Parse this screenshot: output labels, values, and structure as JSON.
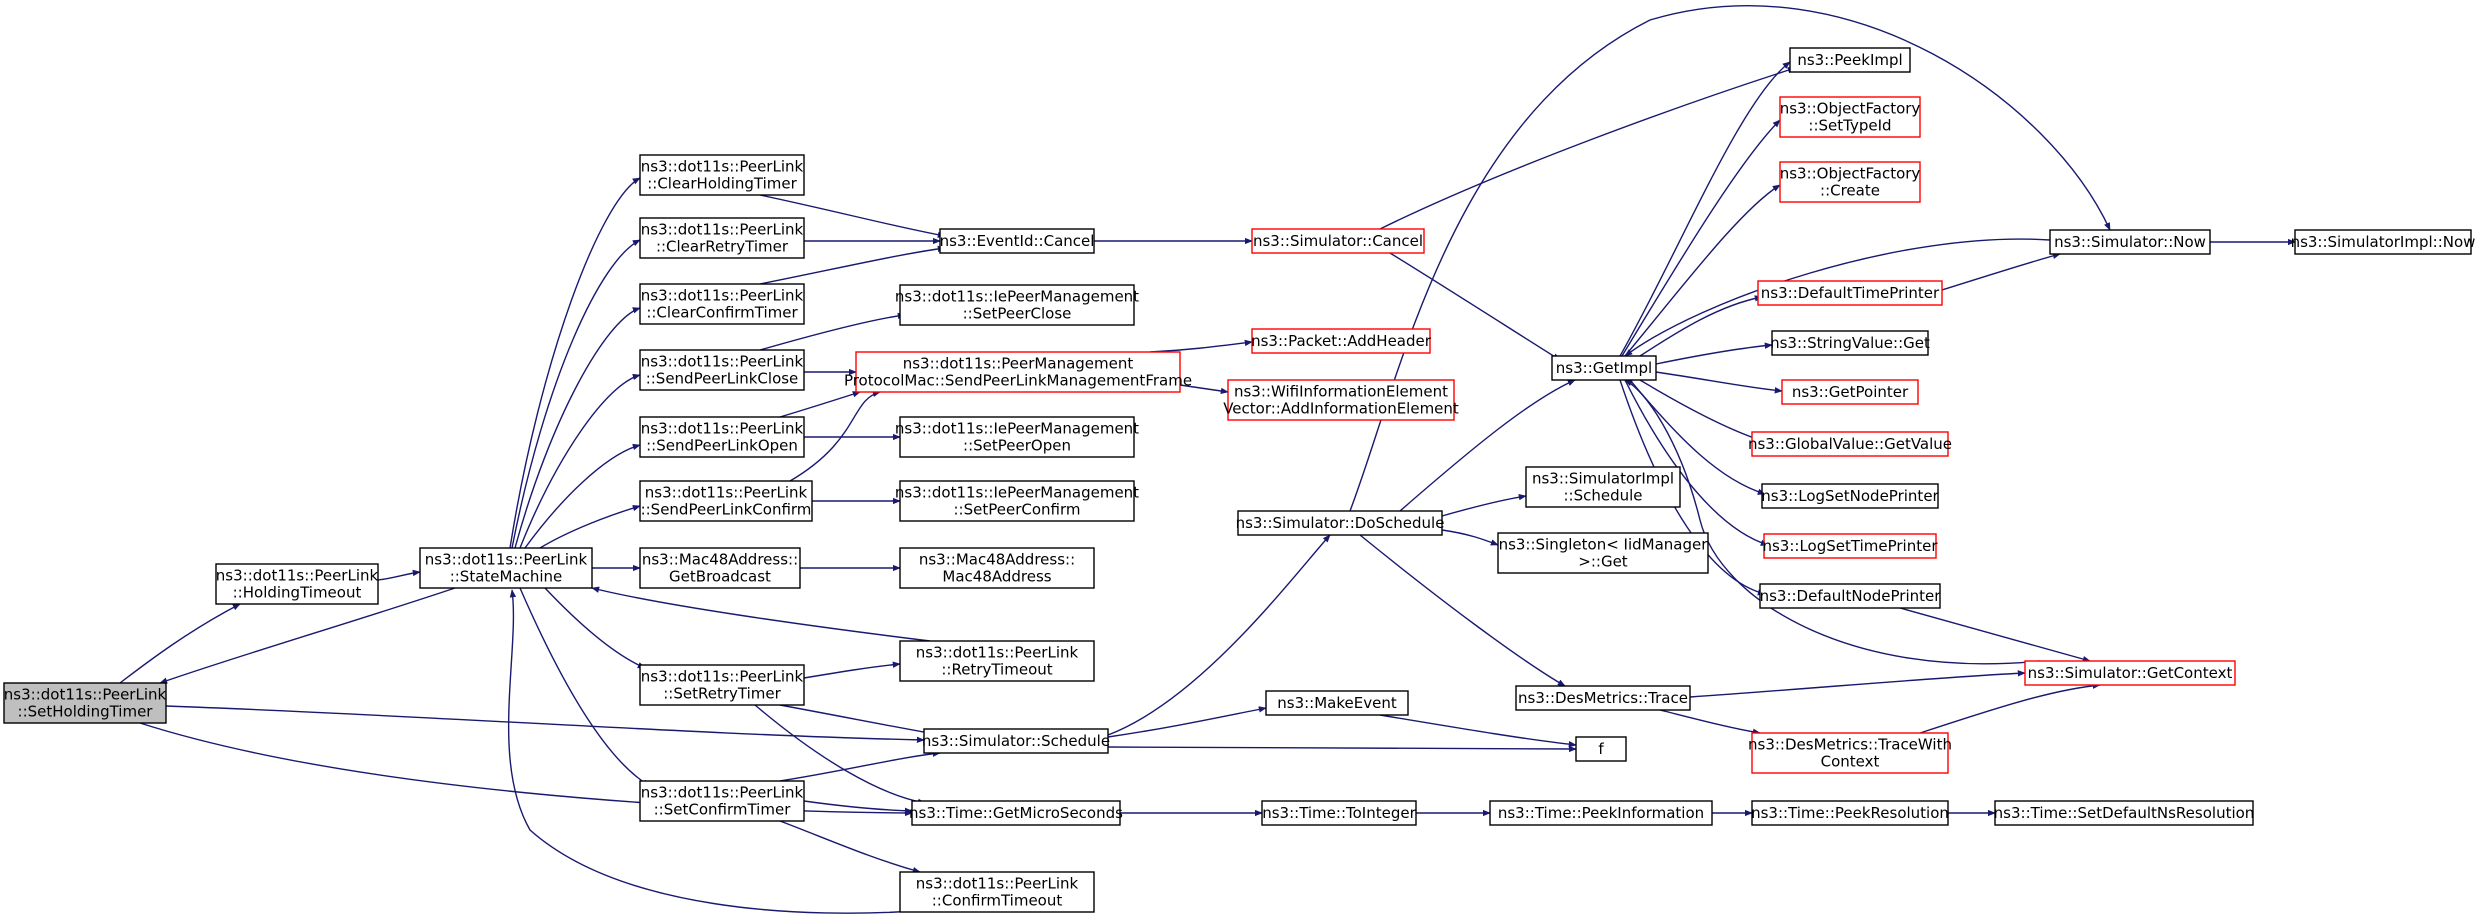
{
  "diagram": {
    "colors": {
      "edge": "#191970",
      "node_border": "#000000",
      "node_border_incomplete": "#ff0000",
      "root_fill": "#bfbfbf",
      "node_fill": "#ffffff"
    },
    "nodes": [
      {
        "id": "setholding",
        "lines": [
          "ns3::dot11s::PeerLink",
          "::SetHoldingTimer"
        ],
        "style": "root"
      },
      {
        "id": "holdingtimeout",
        "lines": [
          "ns3::dot11s::PeerLink",
          "::HoldingTimeout"
        ],
        "style": "normal"
      },
      {
        "id": "statemachine",
        "lines": [
          "ns3::dot11s::PeerLink",
          "::StateMachine"
        ],
        "style": "normal"
      },
      {
        "id": "clearholding",
        "lines": [
          "ns3::dot11s::PeerLink",
          "::ClearHoldingTimer"
        ],
        "style": "normal"
      },
      {
        "id": "clearretry",
        "lines": [
          "ns3::dot11s::PeerLink",
          "::ClearRetryTimer"
        ],
        "style": "normal"
      },
      {
        "id": "clearconfirm",
        "lines": [
          "ns3::dot11s::PeerLink",
          "::ClearConfirmTimer"
        ],
        "style": "normal"
      },
      {
        "id": "sendclose",
        "lines": [
          "ns3::dot11s::PeerLink",
          "::SendPeerLinkClose"
        ],
        "style": "normal"
      },
      {
        "id": "sendopen",
        "lines": [
          "ns3::dot11s::PeerLink",
          "::SendPeerLinkOpen"
        ],
        "style": "normal"
      },
      {
        "id": "sendconfirm",
        "lines": [
          "ns3::dot11s::PeerLink",
          "::SendPeerLinkConfirm"
        ],
        "style": "normal"
      },
      {
        "id": "getbroadcast",
        "lines": [
          "ns3::Mac48Address::",
          "GetBroadcast"
        ],
        "style": "normal"
      },
      {
        "id": "setretry",
        "lines": [
          "ns3::dot11s::PeerLink",
          "::SetRetryTimer"
        ],
        "style": "normal"
      },
      {
        "id": "setconfirm",
        "lines": [
          "ns3::dot11s::PeerLink",
          "::SetConfirmTimer"
        ],
        "style": "normal"
      },
      {
        "id": "eventcancel",
        "lines": [
          "ns3::EventId::Cancel"
        ],
        "style": "normal"
      },
      {
        "id": "setpeerclose",
        "lines": [
          "ns3::dot11s::IePeerManagement",
          "::SetPeerClose"
        ],
        "style": "normal"
      },
      {
        "id": "sendframe",
        "lines": [
          "ns3::dot11s::PeerManagement",
          "ProtocolMac::SendPeerLinkManagementFrame"
        ],
        "style": "incomplete"
      },
      {
        "id": "setpeeropen",
        "lines": [
          "ns3::dot11s::IePeerManagement",
          "::SetPeerOpen"
        ],
        "style": "normal"
      },
      {
        "id": "setpeerconfirm",
        "lines": [
          "ns3::dot11s::IePeerManagement",
          "::SetPeerConfirm"
        ],
        "style": "normal"
      },
      {
        "id": "mac48address",
        "lines": [
          "ns3::Mac48Address::",
          "Mac48Address"
        ],
        "style": "normal"
      },
      {
        "id": "retrytimeout",
        "lines": [
          "ns3::dot11s::PeerLink",
          "::RetryTimeout"
        ],
        "style": "normal"
      },
      {
        "id": "schedule",
        "lines": [
          "ns3::Simulator::Schedule"
        ],
        "style": "normal"
      },
      {
        "id": "getmicro",
        "lines": [
          "ns3::Time::GetMicroSeconds"
        ],
        "style": "normal"
      },
      {
        "id": "confirmtimeout",
        "lines": [
          "ns3::dot11s::PeerLink",
          "::ConfirmTimeout"
        ],
        "style": "normal"
      },
      {
        "id": "simcancel",
        "lines": [
          "ns3::Simulator::Cancel"
        ],
        "style": "incomplete"
      },
      {
        "id": "addheader",
        "lines": [
          "ns3::Packet::AddHeader"
        ],
        "style": "incomplete"
      },
      {
        "id": "addinfo",
        "lines": [
          "ns3::WifiInformationElement",
          "Vector::AddInformationElement"
        ],
        "style": "incomplete"
      },
      {
        "id": "doschedule",
        "lines": [
          "ns3::Simulator::DoSchedule"
        ],
        "style": "normal"
      },
      {
        "id": "makeevent",
        "lines": [
          "ns3::MakeEvent"
        ],
        "style": "normal"
      },
      {
        "id": "tointeger",
        "lines": [
          "ns3::Time::ToInteger"
        ],
        "style": "normal"
      },
      {
        "id": "getimpl",
        "lines": [
          "ns3::GetImpl"
        ],
        "style": "normal"
      },
      {
        "id": "simimplschedule",
        "lines": [
          "ns3::SimulatorImpl",
          "::Schedule"
        ],
        "style": "normal"
      },
      {
        "id": "singleton",
        "lines": [
          "ns3::Singleton< IidManager",
          ">::Get"
        ],
        "style": "normal"
      },
      {
        "id": "destrace",
        "lines": [
          "ns3::DesMetrics::Trace"
        ],
        "style": "normal"
      },
      {
        "id": "f",
        "lines": [
          "f"
        ],
        "style": "normal"
      },
      {
        "id": "peekinfo",
        "lines": [
          "ns3::Time::PeekInformation"
        ],
        "style": "normal"
      },
      {
        "id": "peekimpl",
        "lines": [
          "ns3::PeekImpl"
        ],
        "style": "normal"
      },
      {
        "id": "settypeid",
        "lines": [
          "ns3::ObjectFactory",
          "::SetTypeId"
        ],
        "style": "incomplete"
      },
      {
        "id": "create",
        "lines": [
          "ns3::ObjectFactory",
          "::Create"
        ],
        "style": "incomplete"
      },
      {
        "id": "defaulttimeprinter",
        "lines": [
          "ns3::DefaultTimePrinter"
        ],
        "style": "incomplete"
      },
      {
        "id": "stringvalueget",
        "lines": [
          "ns3::StringValue::Get"
        ],
        "style": "normal"
      },
      {
        "id": "getpointer",
        "lines": [
          "ns3::GetPointer"
        ],
        "style": "incomplete"
      },
      {
        "id": "globalvalue",
        "lines": [
          "ns3::GlobalValue::GetValue"
        ],
        "style": "incomplete"
      },
      {
        "id": "logsetnode",
        "lines": [
          "ns3::LogSetNodePrinter"
        ],
        "style": "normal"
      },
      {
        "id": "logsettime",
        "lines": [
          "ns3::LogSetTimePrinter"
        ],
        "style": "incomplete"
      },
      {
        "id": "defaultnodeprinter",
        "lines": [
          "ns3::DefaultNodePrinter"
        ],
        "style": "normal"
      },
      {
        "id": "tracewithcontext",
        "lines": [
          "ns3::DesMetrics::TraceWith",
          "Context"
        ],
        "style": "incomplete"
      },
      {
        "id": "peekresolution",
        "lines": [
          "ns3::Time::PeekResolution"
        ],
        "style": "normal"
      },
      {
        "id": "simnow",
        "lines": [
          "ns3::Simulator::Now"
        ],
        "style": "normal"
      },
      {
        "id": "getcontext",
        "lines": [
          "ns3::Simulator::GetContext"
        ],
        "style": "incomplete"
      },
      {
        "id": "setdefaultns",
        "lines": [
          "ns3::Time::SetDefaultNsResolution"
        ],
        "style": "normal"
      },
      {
        "id": "simimplnow",
        "lines": [
          "ns3::SimulatorImpl::Now"
        ],
        "style": "normal"
      }
    ]
  }
}
